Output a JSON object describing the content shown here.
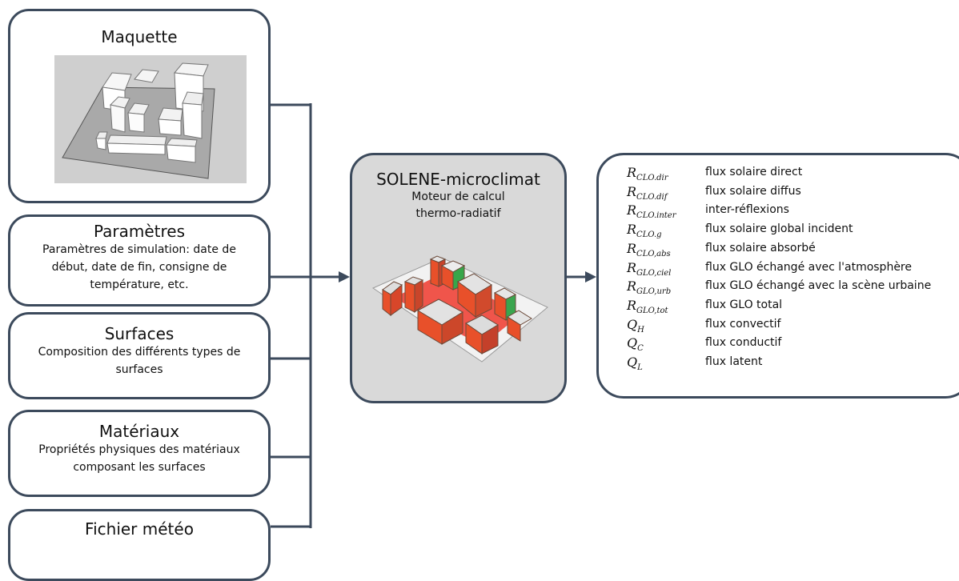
{
  "inputs": {
    "maquette": {
      "title": "Maquette"
    },
    "parametres": {
      "title": "Paramètres",
      "desc": [
        "Paramètres de simulation: date de",
        "début, date de fin, consigne de",
        "température, etc."
      ]
    },
    "surfaces": {
      "title": "Surfaces",
      "desc": [
        "Composition des différents types de",
        "surfaces"
      ]
    },
    "materiaux": {
      "title": "Matériaux",
      "desc": [
        "Propriétés physiques des matériaux",
        "composant les surfaces"
      ]
    },
    "meteo": {
      "title": "Fichier météo"
    }
  },
  "engine": {
    "title": "SOLENE-microclimat",
    "desc": [
      "Moteur de calcul",
      "thermo-radiatif"
    ]
  },
  "outputs": [
    {
      "symbol": "R",
      "sub": "CLO.dir",
      "label": "flux solaire direct"
    },
    {
      "symbol": "R",
      "sub": "CLO.dif",
      "label": "flux solaire diffus"
    },
    {
      "symbol": "R",
      "sub": "CLO.inter",
      "label": "inter-réflexions"
    },
    {
      "symbol": "R",
      "sub": "CLO.g",
      "label": "flux solaire global incident"
    },
    {
      "symbol": "R",
      "sub": "CLO,abs",
      "label": "flux solaire absorbé"
    },
    {
      "symbol": "R",
      "sub": "GLO,ciel",
      "label": "flux GLO échangé avec l'atmosphère"
    },
    {
      "symbol": "R",
      "sub": "GLO,urb",
      "label": "flux GLO échangé avec la scène urbaine"
    },
    {
      "symbol": "R",
      "sub": "GLO,tot",
      "label": "flux GLO total"
    },
    {
      "symbol": "Q",
      "sub": "H",
      "label": "flux convectif"
    },
    {
      "symbol": "Q",
      "sub": "C",
      "label": "flux conductif"
    },
    {
      "symbol": "Q",
      "sub": "L",
      "label": "flux latent"
    }
  ],
  "colors": {
    "border": "#3c4a5c",
    "engine_bg": "#d9d9d9",
    "building_fill": "#e8502a",
    "ground_red": "#f03a2e"
  }
}
